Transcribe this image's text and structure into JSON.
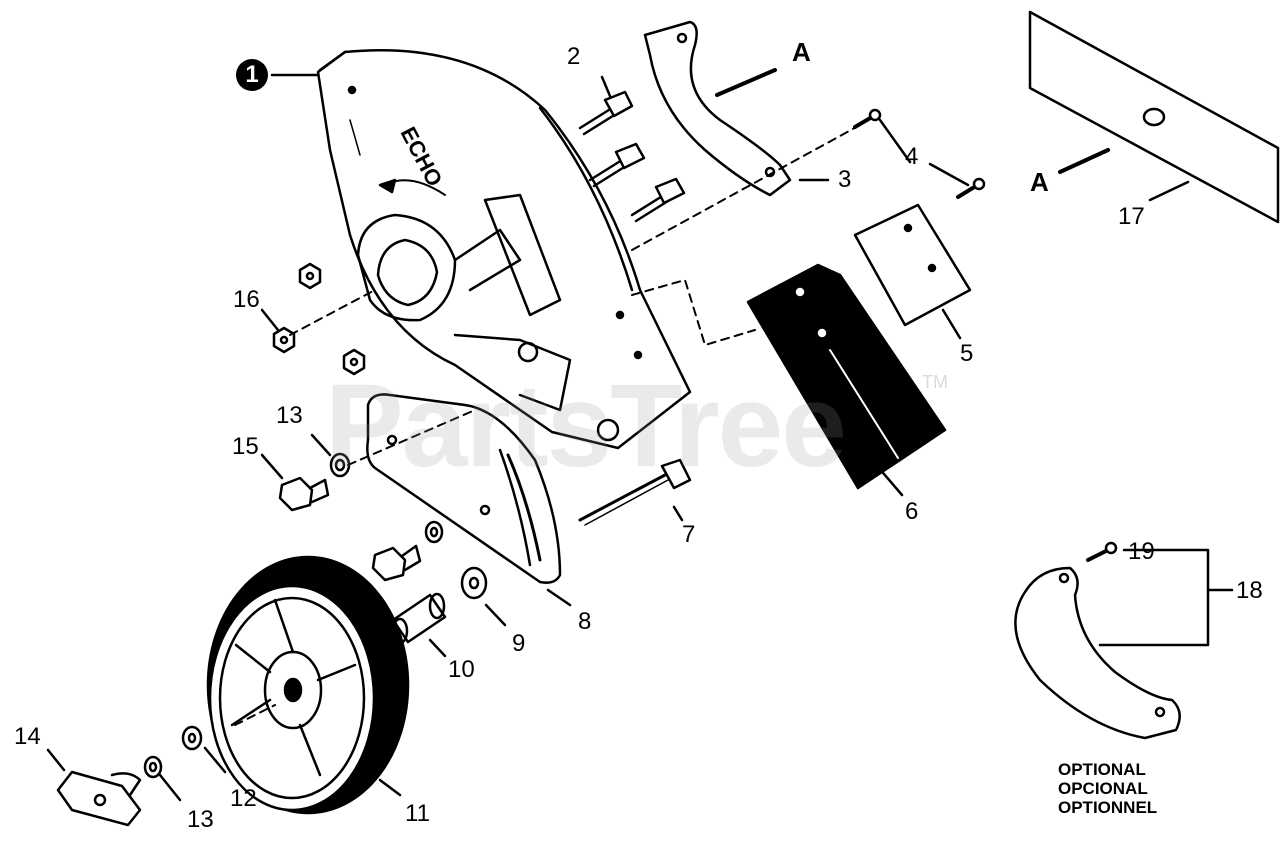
{
  "diagram": {
    "callouts": {
      "c1": "1",
      "c2": "2",
      "c3": "3",
      "c4": "4",
      "c5": "5",
      "c6": "6",
      "c7": "7",
      "c8": "8",
      "c9": "9",
      "c10": "10",
      "c11": "11",
      "c12": "12",
      "c13a": "13",
      "c13b": "13",
      "c14": "14",
      "c15": "15",
      "c16": "16",
      "c17": "17",
      "c18": "18",
      "c19": "19"
    },
    "ref_a_top": "A",
    "ref_a_right": "A",
    "guard_brand": "ECHO",
    "optional_lines": [
      "OPTIONAL",
      "OPCIONAL",
      "OPTIONNEL"
    ],
    "watermark": "PartsTree",
    "trademark": "TM"
  }
}
